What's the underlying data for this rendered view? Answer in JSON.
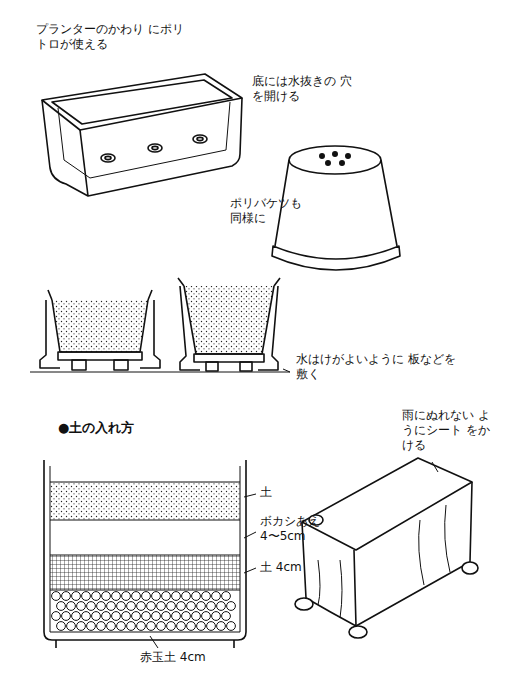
{
  "diagram": {
    "labels": [
      "プランターのかわり にポリトロが使える",
      "底には水抜きの 穴を開ける",
      "ポリバケツも同様に",
      "水はけがよいように 板などを敷く",
      "●土の入れ方",
      "土",
      "ボカシあえ 4〜5cm",
      "土 4cm",
      "赤玉土 4cm",
      "雨にぬれない ようにシート をかける"
    ]
  }
}
